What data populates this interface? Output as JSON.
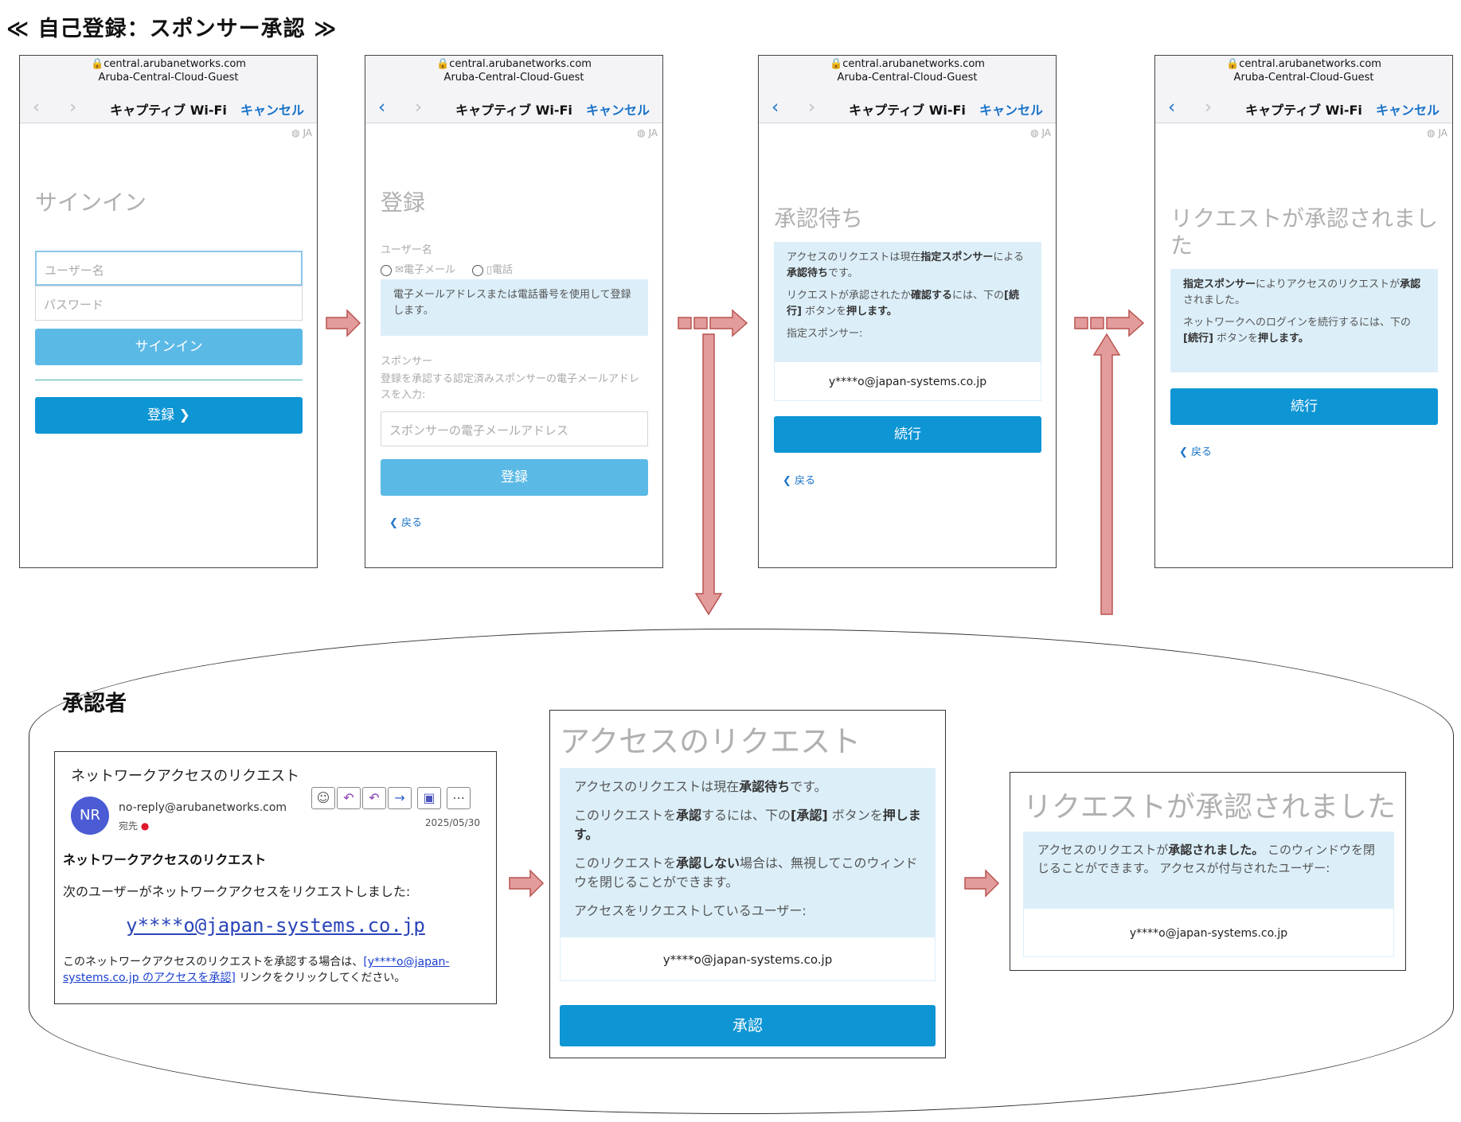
{
  "title": "≪ 自己登録：スポンサー承認 ≫",
  "browser": {
    "url": "central.arubanetworks.com",
    "network": "Aruba-Central-Cloud-Guest",
    "nav_title": "キャプティブ Wi-Fi",
    "cancel": "キャンセル",
    "lang": "JA",
    "back_chevron": "‹",
    "forward_chevron": "›"
  },
  "screen1": {
    "heading": "サインイン",
    "username_placeholder": "ユーザー名",
    "password_placeholder": "パスワード",
    "signin_button": "サインイン",
    "register_button": "登録 ❯"
  },
  "screen2": {
    "heading": "登録",
    "username_label": "ユーザー名",
    "option_email": "電子メール",
    "option_phone": "電話",
    "info_text": "電子メールアドレスまたは電話番号を使用して登録します。",
    "sponsor_label": "スポンサー",
    "sponsor_help": "登録を承認する認定済みスポンサーの電子メールアドレスを入力:",
    "sponsor_placeholder": "スポンサーの電子メールアドレス",
    "register_button": "登録",
    "back": "❮ 戻る"
  },
  "screen3": {
    "heading": "承認待ち",
    "info_line1_pre": "アクセスのリクエストは現在",
    "info_line1_b1": "指定スポンサー",
    "info_line1_mid": "による",
    "info_line1_b2": "承認待ち",
    "info_line1_post": "です。",
    "info_line2_pre": "リクエストが承認されたか",
    "info_line2_b1": "確認する",
    "info_line2_mid": "には、下の",
    "info_line2_b2": "[続行]",
    "info_line2_mid2": " ボタンを",
    "info_line2_b3": "押します。",
    "sponsor_label": "指定スポンサー:",
    "sponsor_email": "y****o@japan-systems.co.jp",
    "continue_button": "続行",
    "back": "❮ 戻る"
  },
  "screen4": {
    "heading": "リクエストが承認されました",
    "info_b1": "指定スポンサー",
    "info_line1_mid": "によりアクセスのリクエストが",
    "info_b2": "承認",
    "info_line1_post": "されました。",
    "info_line2_pre": "ネットワークへのログインを続行するには、下の",
    "info_line2_b1": "[続行]",
    "info_line2_mid": " ボタンを",
    "info_line2_b2": "押します。",
    "continue_button": "続行",
    "back": "❮ 戻る"
  },
  "approver": {
    "label": "承認者",
    "email": {
      "subject": "ネットワークアクセスのリクエスト",
      "avatar": "NR",
      "from": "no-reply@arubanetworks.com",
      "to_label": "宛先",
      "date": "2025/05/30",
      "body_title": "ネットワークアクセスのリクエスト",
      "body_line": "次のユーザーがネットワークアクセスをリクエストしました:",
      "user_email": "y****o@japan-systems.co.jp",
      "footer_pre": "このネットワークアクセスのリクエストを承認する場合は、",
      "footer_link": "[y****o@japan-systems.co.jp のアクセスを承認]",
      "footer_post": " リンクをクリックしてください。",
      "icons": [
        "smiley-icon",
        "reply-icon",
        "reply-all-icon",
        "forward-icon",
        "teams-icon",
        "more-icon"
      ]
    },
    "request_panel": {
      "heading": "アクセスのリクエスト",
      "p1_pre": "アクセスのリクエストは現在",
      "p1_b": "承認待ち",
      "p1_post": "です。",
      "p2_pre": "このリクエストを",
      "p2_b1": "承認",
      "p2_mid": "するには、下の",
      "p2_b2": "[承認]",
      "p2_mid2": " ボタンを",
      "p2_b3": "押します。",
      "p3_pre": "このリクエストを",
      "p3_b": "承認しない",
      "p3_post": "場合は、無視してこのウィンドウを閉じることができます。",
      "p4": "アクセスをリクエストしているユーザー:",
      "user_email": "y****o@japan-systems.co.jp",
      "approve_button": "承認"
    },
    "approved_panel": {
      "heading": "リクエストが承認されました",
      "p_pre": "アクセスのリクエストが",
      "p_b": "承認されました。",
      "p_post": " このウィンドウを閉じることができます。 アクセスが付与されたユーザー:",
      "user_email": "y****o@japan-systems.co.jp"
    }
  },
  "colors": {
    "accent": "#0e95d4",
    "accent_light": "#5bb9e5",
    "info_bg": "#dceff9",
    "arrow": "#e39c9c",
    "arrow_stroke": "#b85450",
    "link": "#1a73c8"
  }
}
